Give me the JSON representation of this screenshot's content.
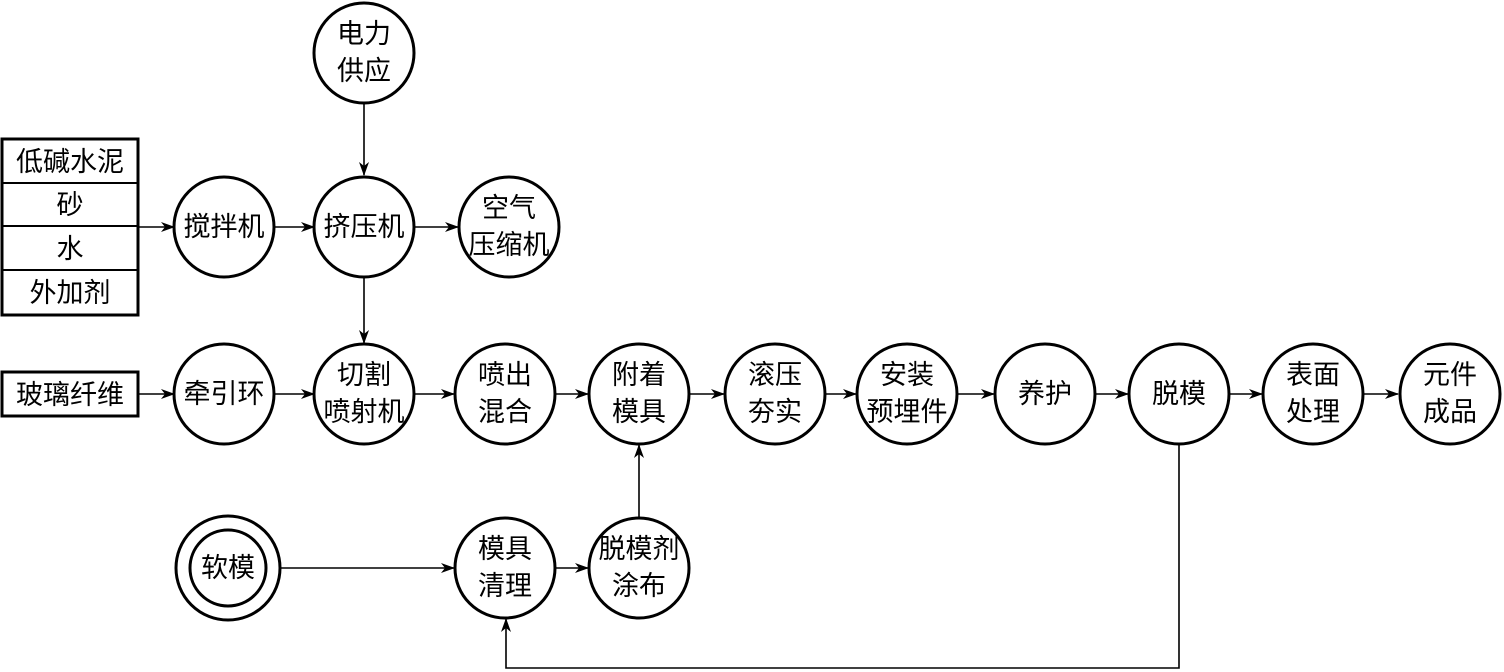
{
  "materials": {
    "inputs": [
      "低碱水泥",
      "砂",
      "水",
      "外加剂"
    ],
    "fiber": "玻璃纤维"
  },
  "nodes": {
    "power": {
      "lines": [
        "电力",
        "供应"
      ]
    },
    "mixer": {
      "lines": [
        "搅拌机"
      ]
    },
    "extruder": {
      "lines": [
        "挤压机"
      ]
    },
    "compressor": {
      "lines": [
        "空气",
        "压缩机"
      ]
    },
    "traction": {
      "lines": [
        "牵引环"
      ]
    },
    "cutter": {
      "lines": [
        "切割",
        "喷射机"
      ]
    },
    "spray_mix": {
      "lines": [
        "喷出",
        "混合"
      ]
    },
    "attach": {
      "lines": [
        "附着",
        "模具"
      ]
    },
    "roll": {
      "lines": [
        "滚压",
        "夯实"
      ]
    },
    "install": {
      "lines": [
        "安装",
        "预埋件"
      ]
    },
    "cure": {
      "lines": [
        "养护"
      ]
    },
    "demold": {
      "lines": [
        "脱模"
      ]
    },
    "surface": {
      "lines": [
        "表面",
        "处理"
      ]
    },
    "product": {
      "lines": [
        "元件",
        "成品"
      ]
    },
    "soft_mold": {
      "lines": [
        "软模"
      ]
    },
    "clean": {
      "lines": [
        "模具",
        "清理"
      ]
    },
    "release": {
      "lines": [
        "脱模剂",
        "涂布"
      ]
    }
  }
}
